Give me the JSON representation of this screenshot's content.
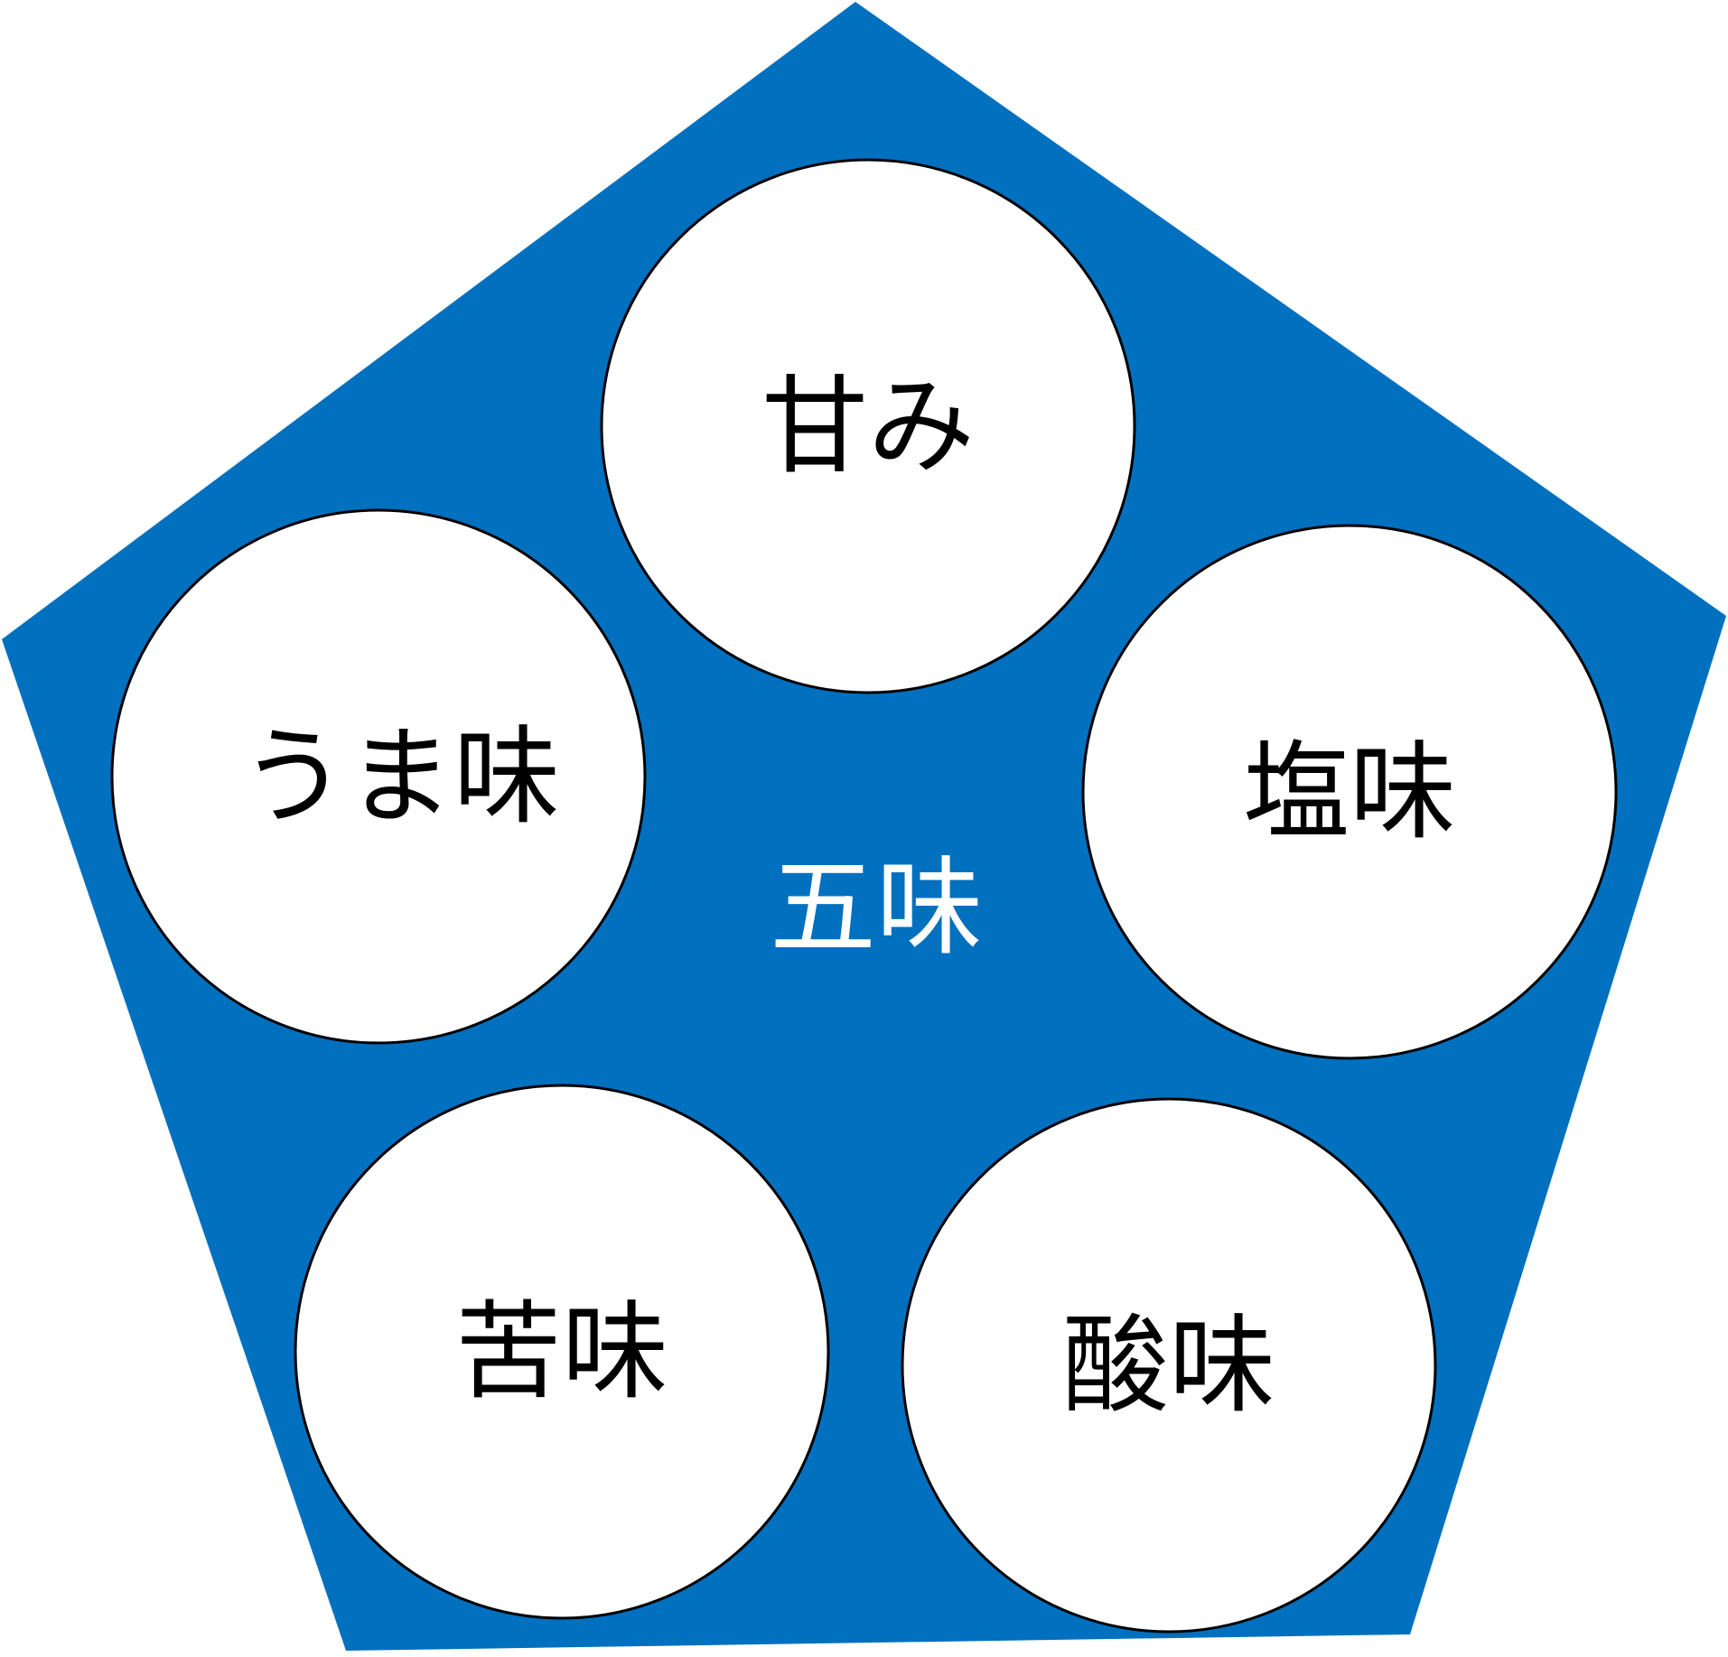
{
  "colors": {
    "pentagon_fill": "#0070BF",
    "center_text": "#FFFFFF",
    "circle_fill": "#FFFFFF",
    "circle_stroke": "#000000",
    "label_text": "#000000"
  },
  "center_label": "五味",
  "tastes": {
    "sweet": "甘み",
    "salty": "塩味",
    "sour": "酸味",
    "bitter": "苦味",
    "umami": "うま味"
  }
}
